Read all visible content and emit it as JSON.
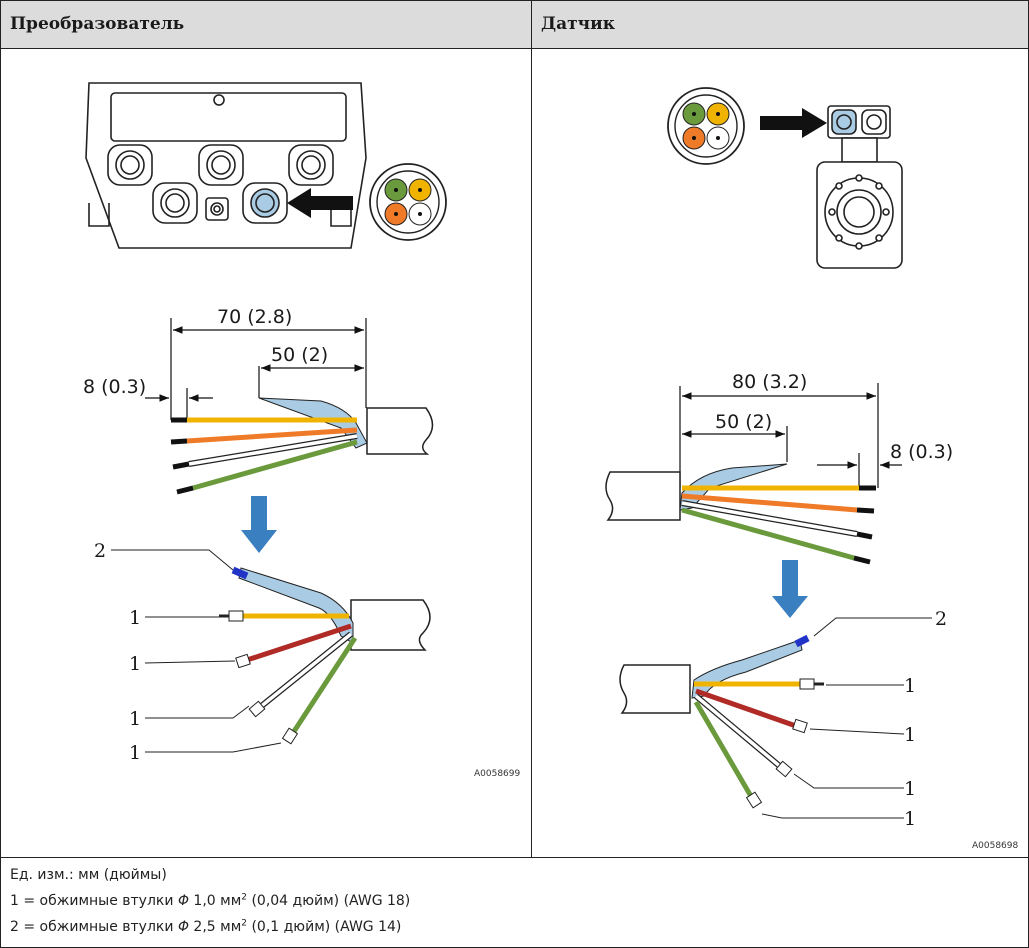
{
  "header": {
    "left_title": "Преобразователь",
    "right_title": "Датчик"
  },
  "left_panel": {
    "dim_total": "70 (2.8)",
    "dim_strip": "50 (2)",
    "dim_end": "8 (0.3)",
    "callouts": [
      "2",
      "1",
      "1",
      "1",
      "1"
    ],
    "figure_code": "A0058699"
  },
  "right_panel": {
    "dim_total": "80 (3.2)",
    "dim_strip": "50 (2)",
    "dim_end": "8 (0.3)",
    "callouts": [
      "2",
      "1",
      "1",
      "1",
      "1"
    ],
    "figure_code": "A0058698"
  },
  "notes": {
    "units": "Ед. изм.: мм (дюймы)",
    "line1_a": "1 = обжимные втулки ",
    "line1_sym": "Φ",
    "line1_b": " 1,0 мм",
    "line1_sup": "2",
    "line1_c": " (0,04 дюйм) (AWG 18)",
    "line2_a": "2 = обжимные втулки ",
    "line2_sym": "Φ",
    "line2_b": " 2,5 мм",
    "line2_sup": "2",
    "line2_c": " (0,1 дюйм) (AWG 14)"
  },
  "colors": {
    "wire_yellow": "#f0b400",
    "wire_orange": "#ef7a28",
    "wire_green": "#6a9a3c",
    "wire_white": "#ffffff",
    "wire_red": "#b02a26",
    "shield_blue": "#a9cbe4",
    "arrow_blue": "#3a7fc0",
    "ferrule_blue": "#2233c8",
    "header_gray": "#dcdcdc"
  }
}
